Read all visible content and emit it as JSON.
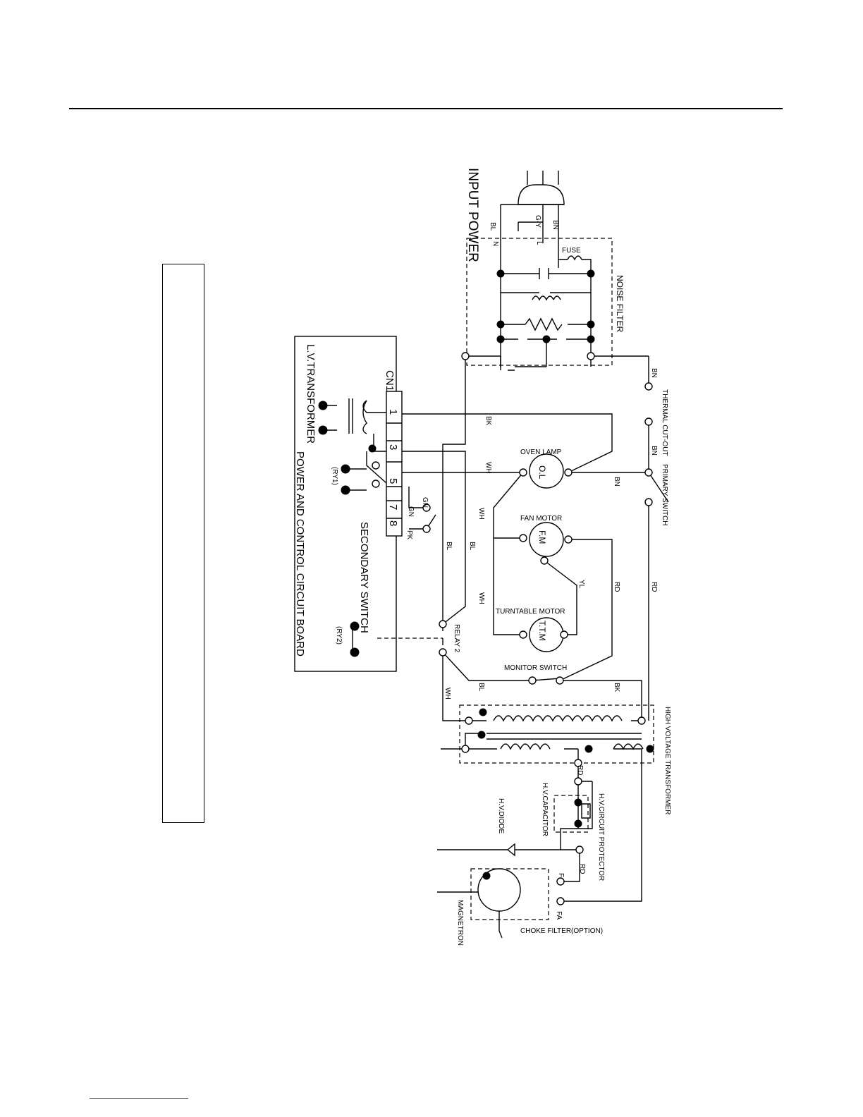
{
  "labels": {
    "input_power": "INPUT POWER",
    "noise_filter": "NOISE FILTER",
    "fuse": "FUSE",
    "thermal_cut_out": "THERMAL CUT-OUT",
    "primary_switch": "PRIMARY SWITCH",
    "oven_lamp": "OVEN LAMP",
    "oven_lamp_symbol": "O.L",
    "fan_motor": "FAN MOTOR",
    "fan_motor_symbol": "F.M",
    "turntable_motor": "TURNTABLE MOTOR",
    "turntable_motor_symbol": "T.T.M",
    "monitor_switch": "MONITOR SWITCH",
    "relay2": "RELAY 2",
    "high_voltage_transformer": "HIGH VOLTAGE TRANSFORMER",
    "hv_circuit_protector": "H.V.CIRCUIT PROTECTOR",
    "hv_capacitor": "H.V.CAPACITOR",
    "hv_diode": "H.V.DIODE",
    "magnetron": "MAGNETRON",
    "choke_filter": "CHOKE FILTER(OPTION)",
    "lv_transformer": "L.V.TRANSFORMER",
    "control_board": "POWER AND CONTROL CIRCUIT BOARD",
    "secondary_switch": "SECONDARY SWITCH",
    "cn1": "CN1",
    "ry1": "(RY1)",
    "ry2": "(RY2)",
    "pin1": "1",
    "pin3": "3",
    "pin5": "5",
    "pin7": "7",
    "pin8": "8",
    "terminal_f": "F",
    "terminal_fa": "FA",
    "terminal_n": "N",
    "terminal_l": "L"
  },
  "wire_colors": {
    "bl_top": "BL",
    "g_y": "G-Y",
    "bn_top": "BN",
    "bn_thermal": "BN",
    "bn_primary": "BN",
    "bn_lamp": "BN",
    "bk_pin1": "BK",
    "wh_pin5": "WH",
    "wh_fan": "WH",
    "wh_ttm": "WH",
    "bl_relay_a": "BL",
    "bl_relay_b": "BL",
    "gn_a": "GN",
    "gn_b": "GN",
    "pk": "PK",
    "yl": "YL",
    "rd_fan": "RD",
    "rd_primary": "RD",
    "bl_monitor": "BL",
    "bk_monitor": "BK",
    "wh_relay": "WH",
    "rd_hv1": "RD",
    "rd_hv2": "RD"
  }
}
